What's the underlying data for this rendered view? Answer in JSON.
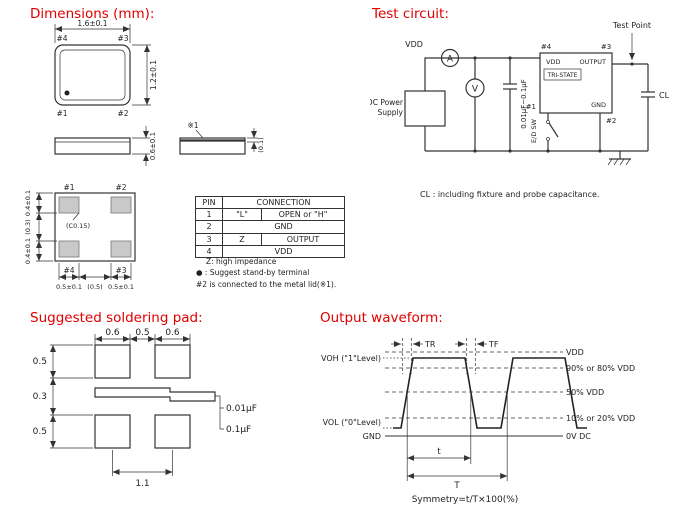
{
  "colors": {
    "accent": "#e00000",
    "line": "#333333",
    "pad_fill": "#c9c9c9"
  },
  "dimensions": {
    "title": "Dimensions (mm):",
    "top_view": {
      "pin4": "#4",
      "pin3": "#3",
      "pin1": "#1",
      "pin2": "#2",
      "width": "1.6±0.1",
      "height": "1.2±0.1"
    },
    "side_view": {
      "thickness": "0.6±0.1",
      "lid_ref": "※1",
      "lid_thickness": "(0.1)"
    },
    "bottom_view": {
      "pin1": "#1",
      "pin2": "#2",
      "pin4": "#4",
      "pin3": "#3",
      "chamfer": "(C0.15)",
      "left_top": "0.4±0.1",
      "left_mid": "(0.3)",
      "left_bot": "0.4±0.1",
      "bot_left": "0.5±0.1",
      "bot_mid": "(0.5)",
      "bot_right": "0.5±0.1"
    },
    "pin_table": {
      "col_pin": "PIN",
      "col_conn": "CONNECTION",
      "rows": [
        {
          "pin": "1",
          "a": "\"L\"",
          "b": "OPEN or \"H\""
        },
        {
          "pin": "2",
          "a": "GND"
        },
        {
          "pin": "3",
          "a": "Z",
          "b": "OUTPUT"
        },
        {
          "pin": "4",
          "a": "VDD"
        }
      ],
      "note_z": "Z: high impedance",
      "note_standby": "● : Suggest stand-by terminal",
      "note_lid": "#2 is connected to the metal lid(※1)."
    }
  },
  "test_circuit": {
    "title": "Test circuit:",
    "labels": {
      "test_point": "Test Point",
      "vdd": "VDD",
      "ammeter": "A",
      "voltmeter": "V",
      "dc_power_line1": "DC Power",
      "dc_power_line2": "Supply",
      "cap_range": "0.01μF~0.1μF",
      "pin4": "#4",
      "pin3": "#3",
      "pin1": "#1",
      "pin2": "#2",
      "dut_vdd": "VDD",
      "dut_output": "OUTPUT",
      "dut_tristate": "TRI-STATE",
      "dut_gnd": "GND",
      "ed_sw": "E/D SW",
      "cl": "CL"
    },
    "note": "CL : including fixture and probe capacitance."
  },
  "soldering_pad": {
    "title": "Suggested soldering pad:",
    "top_dims": [
      "0.6",
      "0.5",
      "0.6"
    ],
    "left_dims": [
      "0.5",
      "0.3",
      "0.5"
    ],
    "bottom_dim": "1.1",
    "cap_small": "0.01μF",
    "cap_large": "0.1μF"
  },
  "output_waveform": {
    "title": "Output waveform:",
    "tr": "TR",
    "tf": "TF",
    "voh": "VOH (\"1\"Level)",
    "vol": "VOL (\"0\"Level)",
    "gnd": "GND",
    "levels": {
      "vdd": "VDD",
      "p90": "90% or 80% VDD",
      "p50": "50% VDD",
      "p10": "10% or 20% VDD",
      "zero": "0V DC"
    },
    "t": "t",
    "T": "T",
    "symmetry": "Symmetry=t/T×100(%)"
  }
}
